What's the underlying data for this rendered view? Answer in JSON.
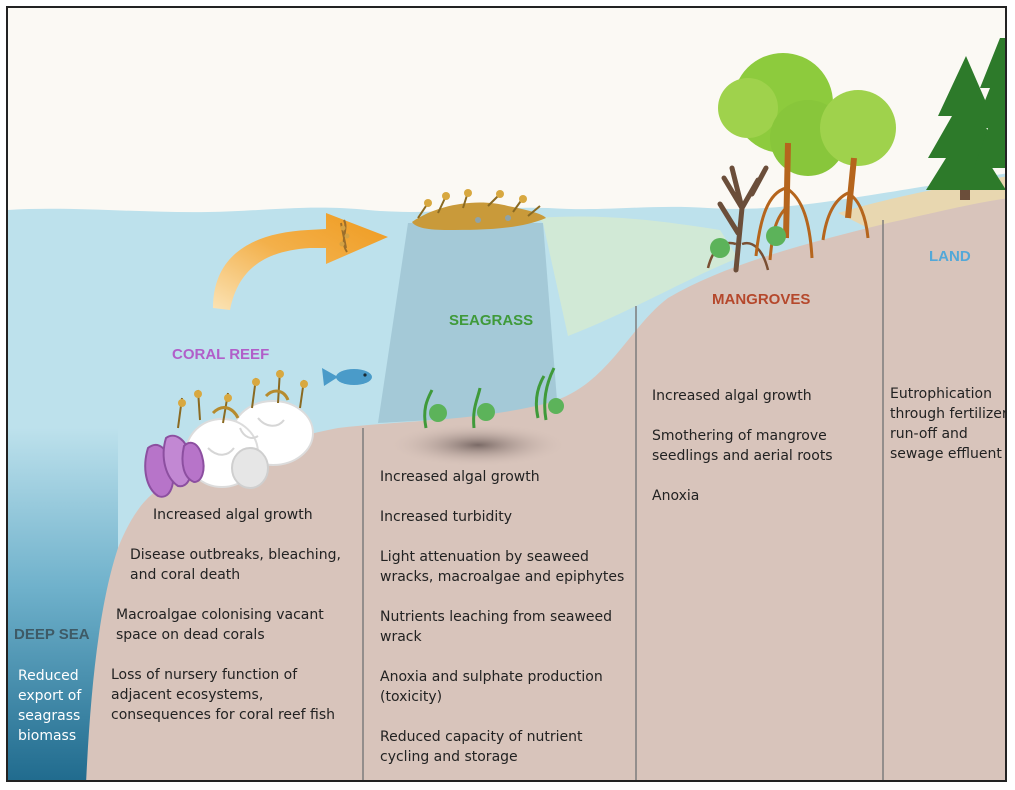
{
  "zones": {
    "deep_sea": {
      "label": "DEEP SEA",
      "label_color": "#3e5a66",
      "effects": [
        "Reduced export of seagrass biomass"
      ]
    },
    "coral_reef": {
      "label": "CORAL REEF",
      "label_color": "#b15ec9",
      "effects": [
        "Increased algal growth",
        "Disease outbreaks, bleaching, and coral death",
        "Macroalgae colonising vacant space on dead corals",
        "Loss of nursery function of adjacent ecosystems, consequences for coral reef fish"
      ]
    },
    "seagrass": {
      "label": "SEAGRASS",
      "label_color": "#3f9a3a",
      "effects": [
        "Increased algal growth",
        "Increased turbidity",
        "Light attenuation by seaweed wracks, macroalgae and epiphytes",
        "Nutrients leaching from seaweed wrack",
        "Anoxia and sulphate production (toxicity)",
        "Reduced capacity of nutrient cycling and storage"
      ]
    },
    "mangroves": {
      "label": "MANGROVES",
      "label_color": "#b5482c",
      "effects": [
        "Increased algal growth",
        "Smothering of mangrove seedlings and aerial roots",
        "Anoxia"
      ]
    },
    "land": {
      "label": "LAND",
      "label_color": "#53a8d8",
      "effects": [
        "Eutrophication through fertilizer run-off and sewage effluent"
      ]
    }
  },
  "colors": {
    "sky": "#fbf9f4",
    "water": "#bde1ec",
    "deep_water": "#2a7394",
    "sediment": "#d8c4bb",
    "arrow": "#f0a02a"
  },
  "icons": [
    "arrow-curved",
    "fish-icon",
    "coral-icon",
    "seagrass-icon",
    "mangrove-tree-icon",
    "pine-tree-icon",
    "seaweed-wrack-icon"
  ]
}
